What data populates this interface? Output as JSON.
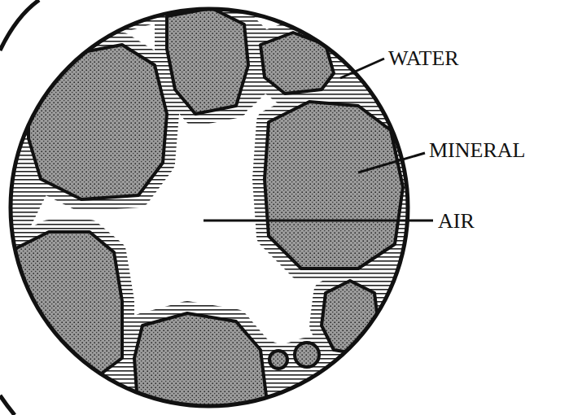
{
  "diagram": {
    "labels": [
      "WATER",
      "MINERAL",
      "AIR"
    ]
  }
}
